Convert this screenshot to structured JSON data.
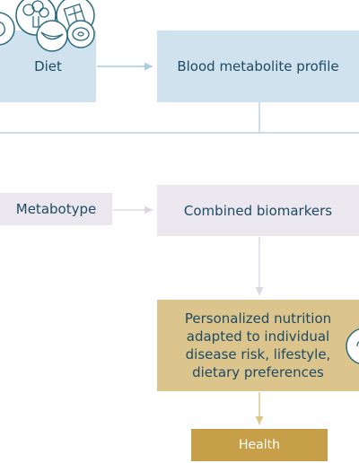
{
  "boxes": {
    "diet": "Diet",
    "blood_metabolite_profile": "Blood metabolite profile",
    "metabotype": "Metabotype",
    "combined_biomarkers": "Combined biomarkers",
    "personalized_nutrition": "Personalized nutrition adapted to individual disease risk, lifestyle, dietary preferences",
    "health": "Health"
  },
  "icons": [
    "apple-icon",
    "broccoli-icon",
    "chocolate-icon",
    "banana-icon",
    "donut-icon",
    "person-icon"
  ],
  "colors": {
    "blue_box": "#cfe2ee",
    "grey_box": "#ebe7ee",
    "gold_box": "#dcc48d",
    "dark_gold_box": "#c69f48",
    "text": "#1f4a63",
    "connector": "#b8d4e6"
  }
}
